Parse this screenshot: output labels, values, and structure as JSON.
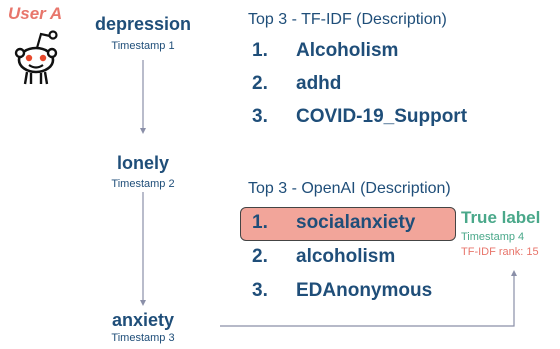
{
  "user": {
    "name": "User A"
  },
  "timeline": [
    {
      "subreddit": "depression",
      "timestamp": "Timestamp 1"
    },
    {
      "subreddit": "lonely",
      "timestamp": "Timestamp 2"
    },
    {
      "subreddit": "anxiety",
      "timestamp": "Timestamp 3"
    }
  ],
  "tfidf": {
    "title": "Top 3 - TF-IDF (Description)",
    "items": [
      {
        "rank": "1.",
        "name": "Alcoholism"
      },
      {
        "rank": "2.",
        "name": "adhd"
      },
      {
        "rank": "3.",
        "name": "COVID-19_Support"
      }
    ]
  },
  "openai": {
    "title": "Top 3 - OpenAI (Description)",
    "items": [
      {
        "rank": "1.",
        "name": "socialanxiety"
      },
      {
        "rank": "2.",
        "name": "alcoholism"
      },
      {
        "rank": "3.",
        "name": "EDAnonymous"
      }
    ]
  },
  "true_label": {
    "title": "True label",
    "timestamp": "Timestamp 4",
    "tfidf_rank": "TF-IDF rank: 15"
  },
  "colors": {
    "navy": "#1f4e79",
    "coral": "#e8766c",
    "highlight": "#f2a59a",
    "green": "#4aa88a",
    "arrow": "#8a8fa8"
  }
}
